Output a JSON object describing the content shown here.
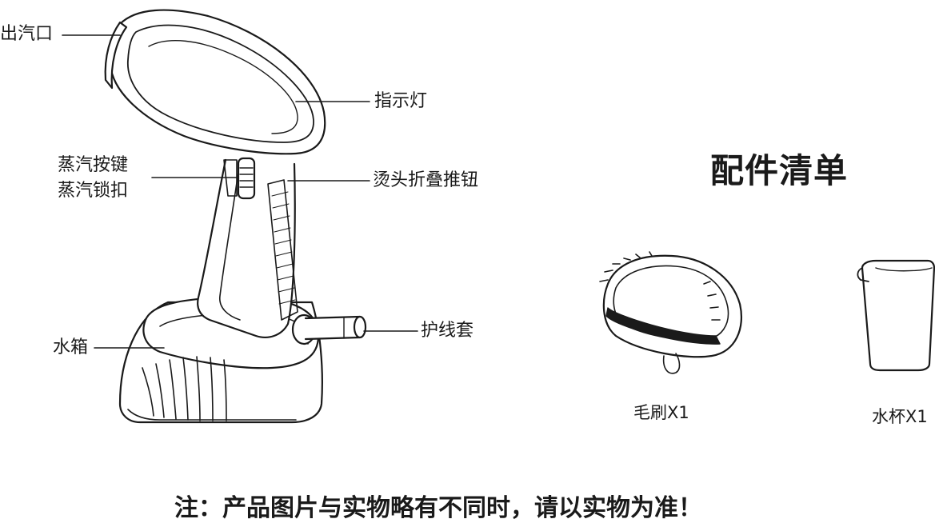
{
  "labels": {
    "steam_outlet": "出汽口",
    "indicator_light": "指示灯",
    "steam_button": "蒸汽按键",
    "steam_lock": "蒸汽锁扣",
    "fold_button": "烫头折叠推钮",
    "water_tank": "水箱",
    "cord_sleeve": "护线套"
  },
  "accessories": {
    "title": "配件清单",
    "brush_label": "毛刷X1",
    "cup_label": "水杯X1"
  },
  "footer_note": "注：产品图片与实物略有不同时，请以实物为准！"
}
